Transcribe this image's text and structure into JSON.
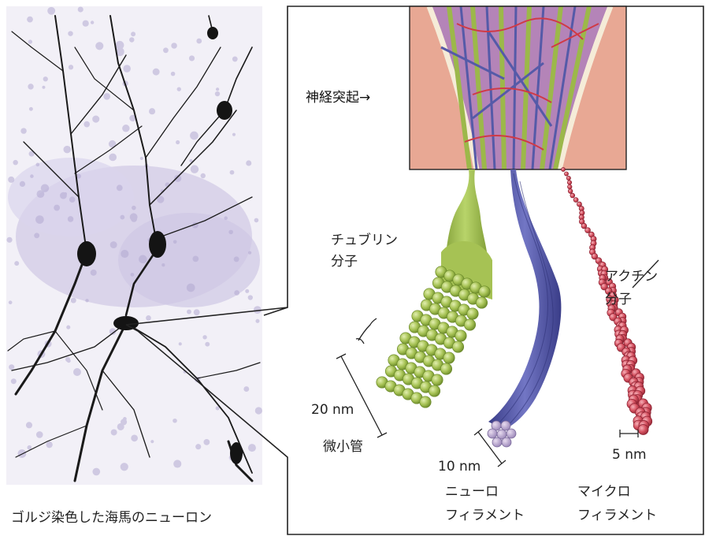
{
  "labels": {
    "neurite": "神経突起→",
    "tubulin": [
      "チュブリン",
      "分子"
    ],
    "actin": [
      "アクチン",
      "分子"
    ],
    "size_20nm": "20 nm",
    "microtubule": "微小管",
    "size_10nm": "10 nm",
    "neurofilament": [
      "ニューロ",
      "フィラメント"
    ],
    "size_5nm": "5 nm",
    "microfilament": [
      "マイクロ",
      "フィラメント"
    ],
    "caption": "ゴルジ染色した海馬のニューロン"
  },
  "colors": {
    "microtubule": "#9cb84a",
    "neurofilament": "#4b4e9e",
    "microfilament": "#cc4a5a",
    "neurite_fill": "#b484b8",
    "membrane_outer": "#e8a894",
    "stain_background": "#cfc9e4"
  }
}
